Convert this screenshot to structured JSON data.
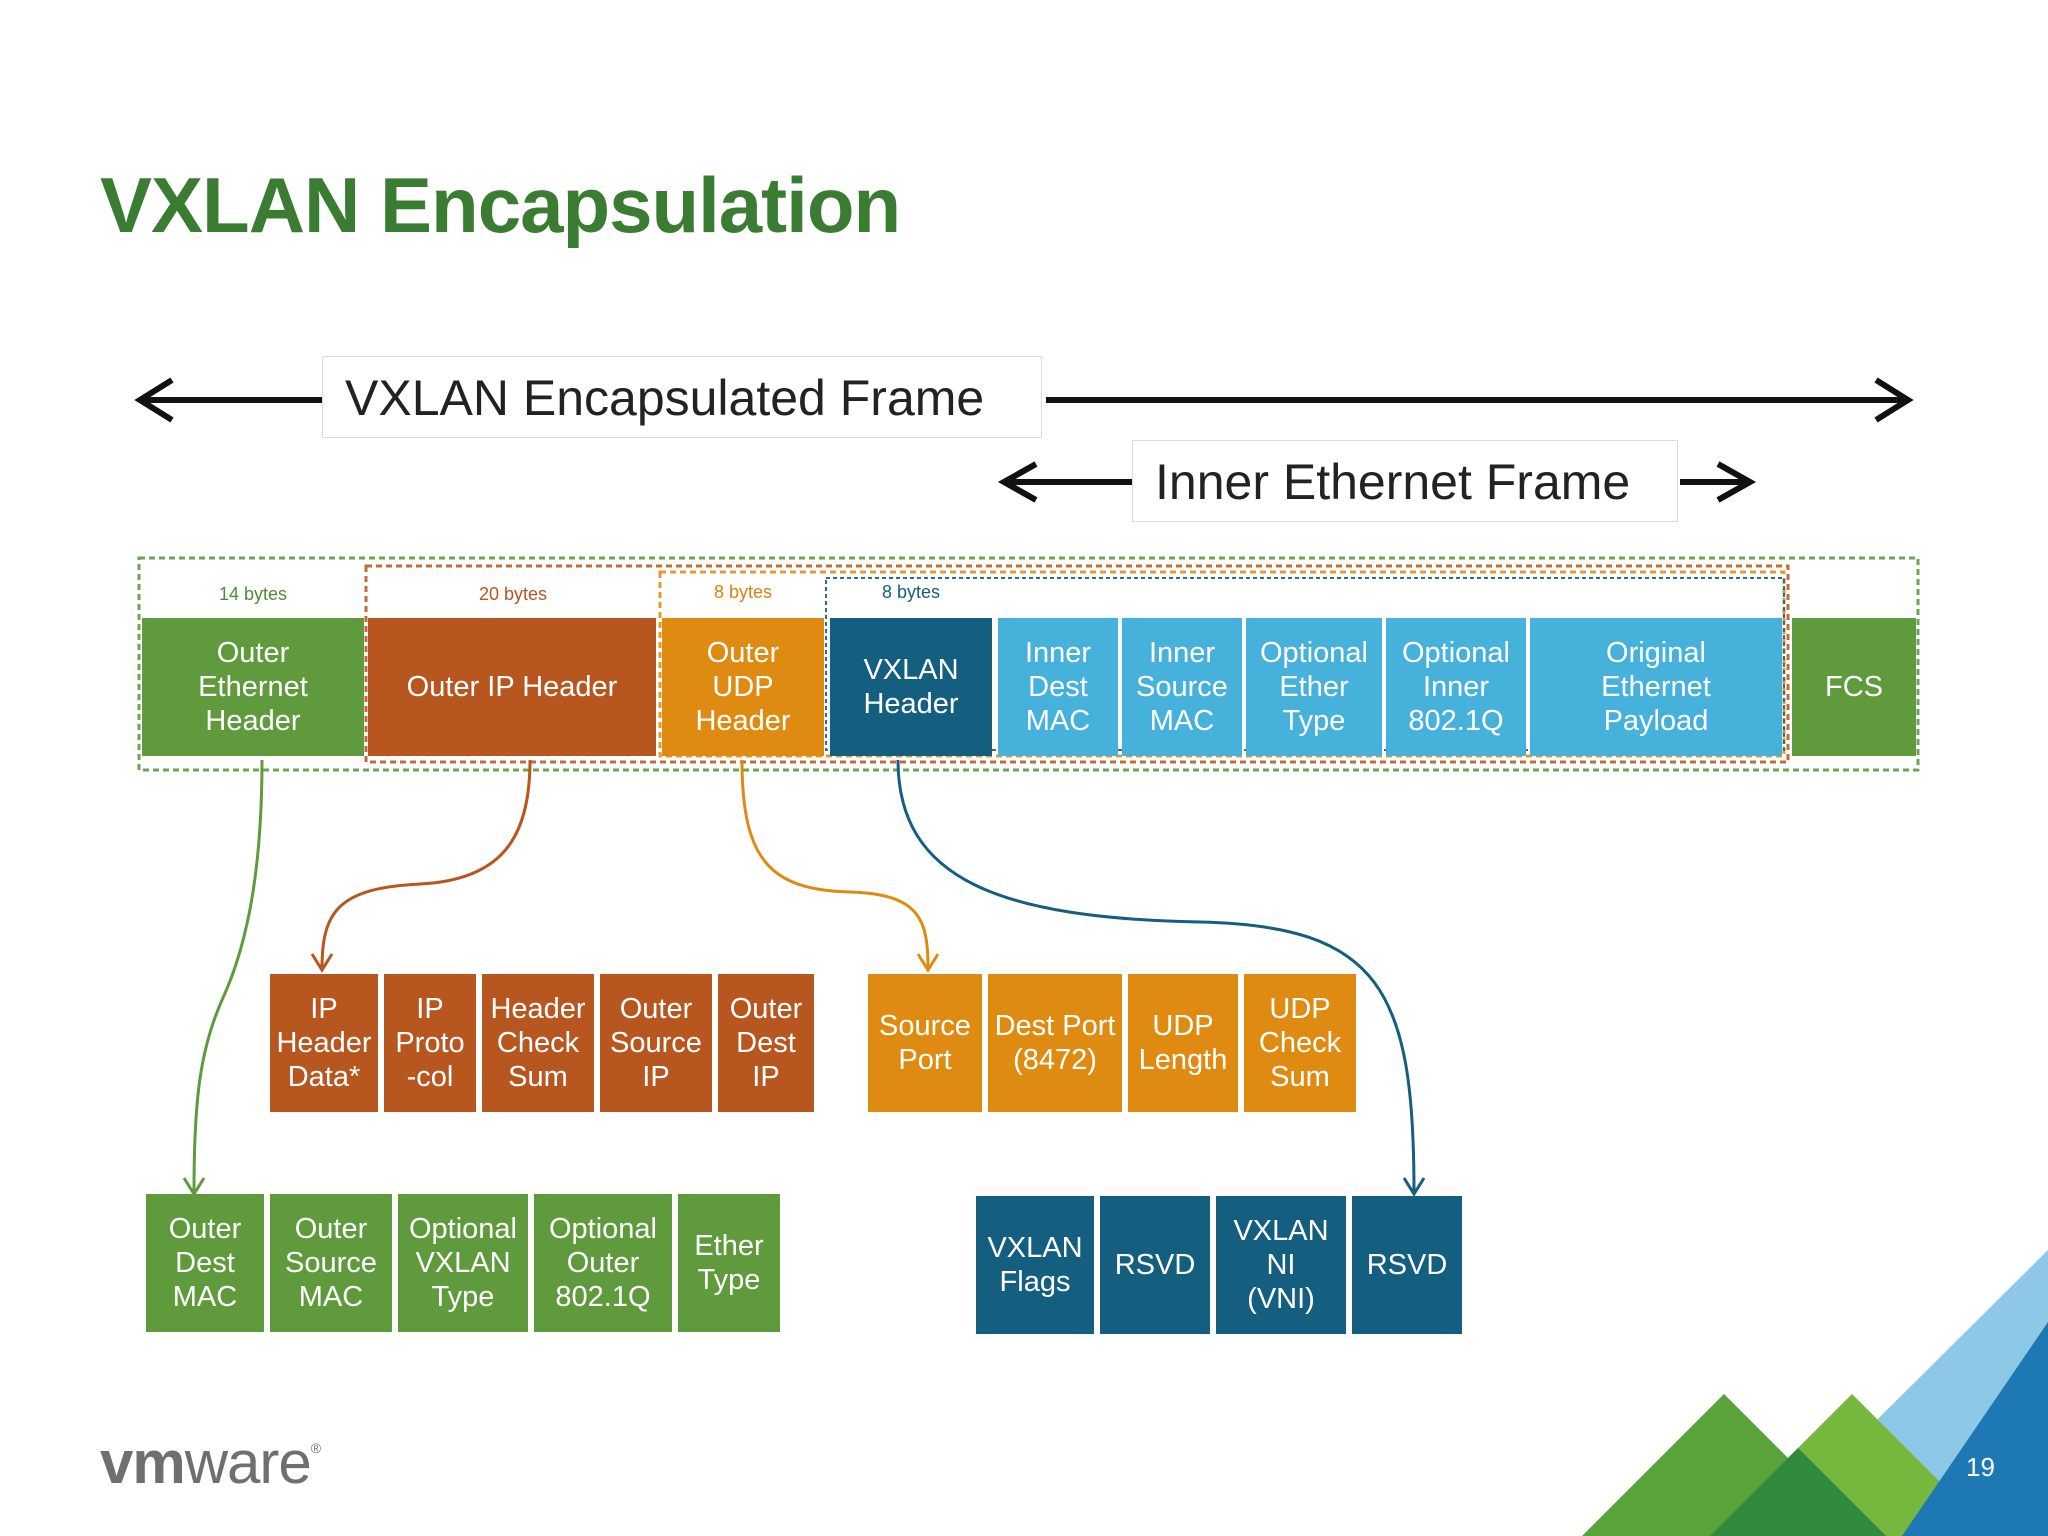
{
  "title": "VXLAN Encapsulation",
  "encapsulated_frame_label": "VXLAN Encapsulated Frame",
  "inner_frame_label": "Inner Ethernet Frame",
  "byte_labels": {
    "outer_ethernet": "14 bytes",
    "outer_ip": "20 bytes",
    "outer_udp": "8 bytes",
    "vxlan": "8 bytes"
  },
  "main_frame": {
    "outer_ethernet_header": "Outer\nEthernet\nHeader",
    "outer_ip_header": "Outer IP Header",
    "outer_udp_header": "Outer\nUDP\nHeader",
    "vxlan_header": "VXLAN\nHeader",
    "inner_dest_mac": "Inner\nDest\nMAC",
    "inner_source_mac": "Inner\nSource\nMAC",
    "optional_ether_type": "Optional\nEther\nType",
    "optional_inner_8021q": "Optional\nInner\n802.1Q",
    "original_ethernet_payload": "Original\nEthernet\nPayload",
    "fcs": "FCS"
  },
  "ip_fields": [
    "IP\nHeader\nData*",
    "IP\nProto\n-col",
    "Header\nCheck\nSum",
    "Outer\nSource\nIP",
    "Outer\nDest\nIP"
  ],
  "udp_fields": [
    "Source\nPort",
    "Dest Port\n(8472)",
    "UDP\nLength",
    "UDP\nCheck\nSum"
  ],
  "ethernet_fields": [
    "Outer\nDest\nMAC",
    "Outer\nSource\nMAC",
    "Optional\nVXLAN\nType",
    "Optional\nOuter\n802.1Q",
    "Ether\nType"
  ],
  "vxlan_fields": [
    "VXLAN\nFlags",
    "RSVD",
    "VXLAN\nNI\n(VNI)",
    "RSVD"
  ],
  "logo": {
    "bold": "vm",
    "regular": "ware",
    "mark": "®"
  },
  "page_number": "19",
  "colors": {
    "title": "#3a7d32",
    "ethernet": "#5f9a3c",
    "ip": "#b8561f",
    "udp": "#df8b12",
    "vxlan": "#145e80",
    "inner": "#46b1db"
  }
}
